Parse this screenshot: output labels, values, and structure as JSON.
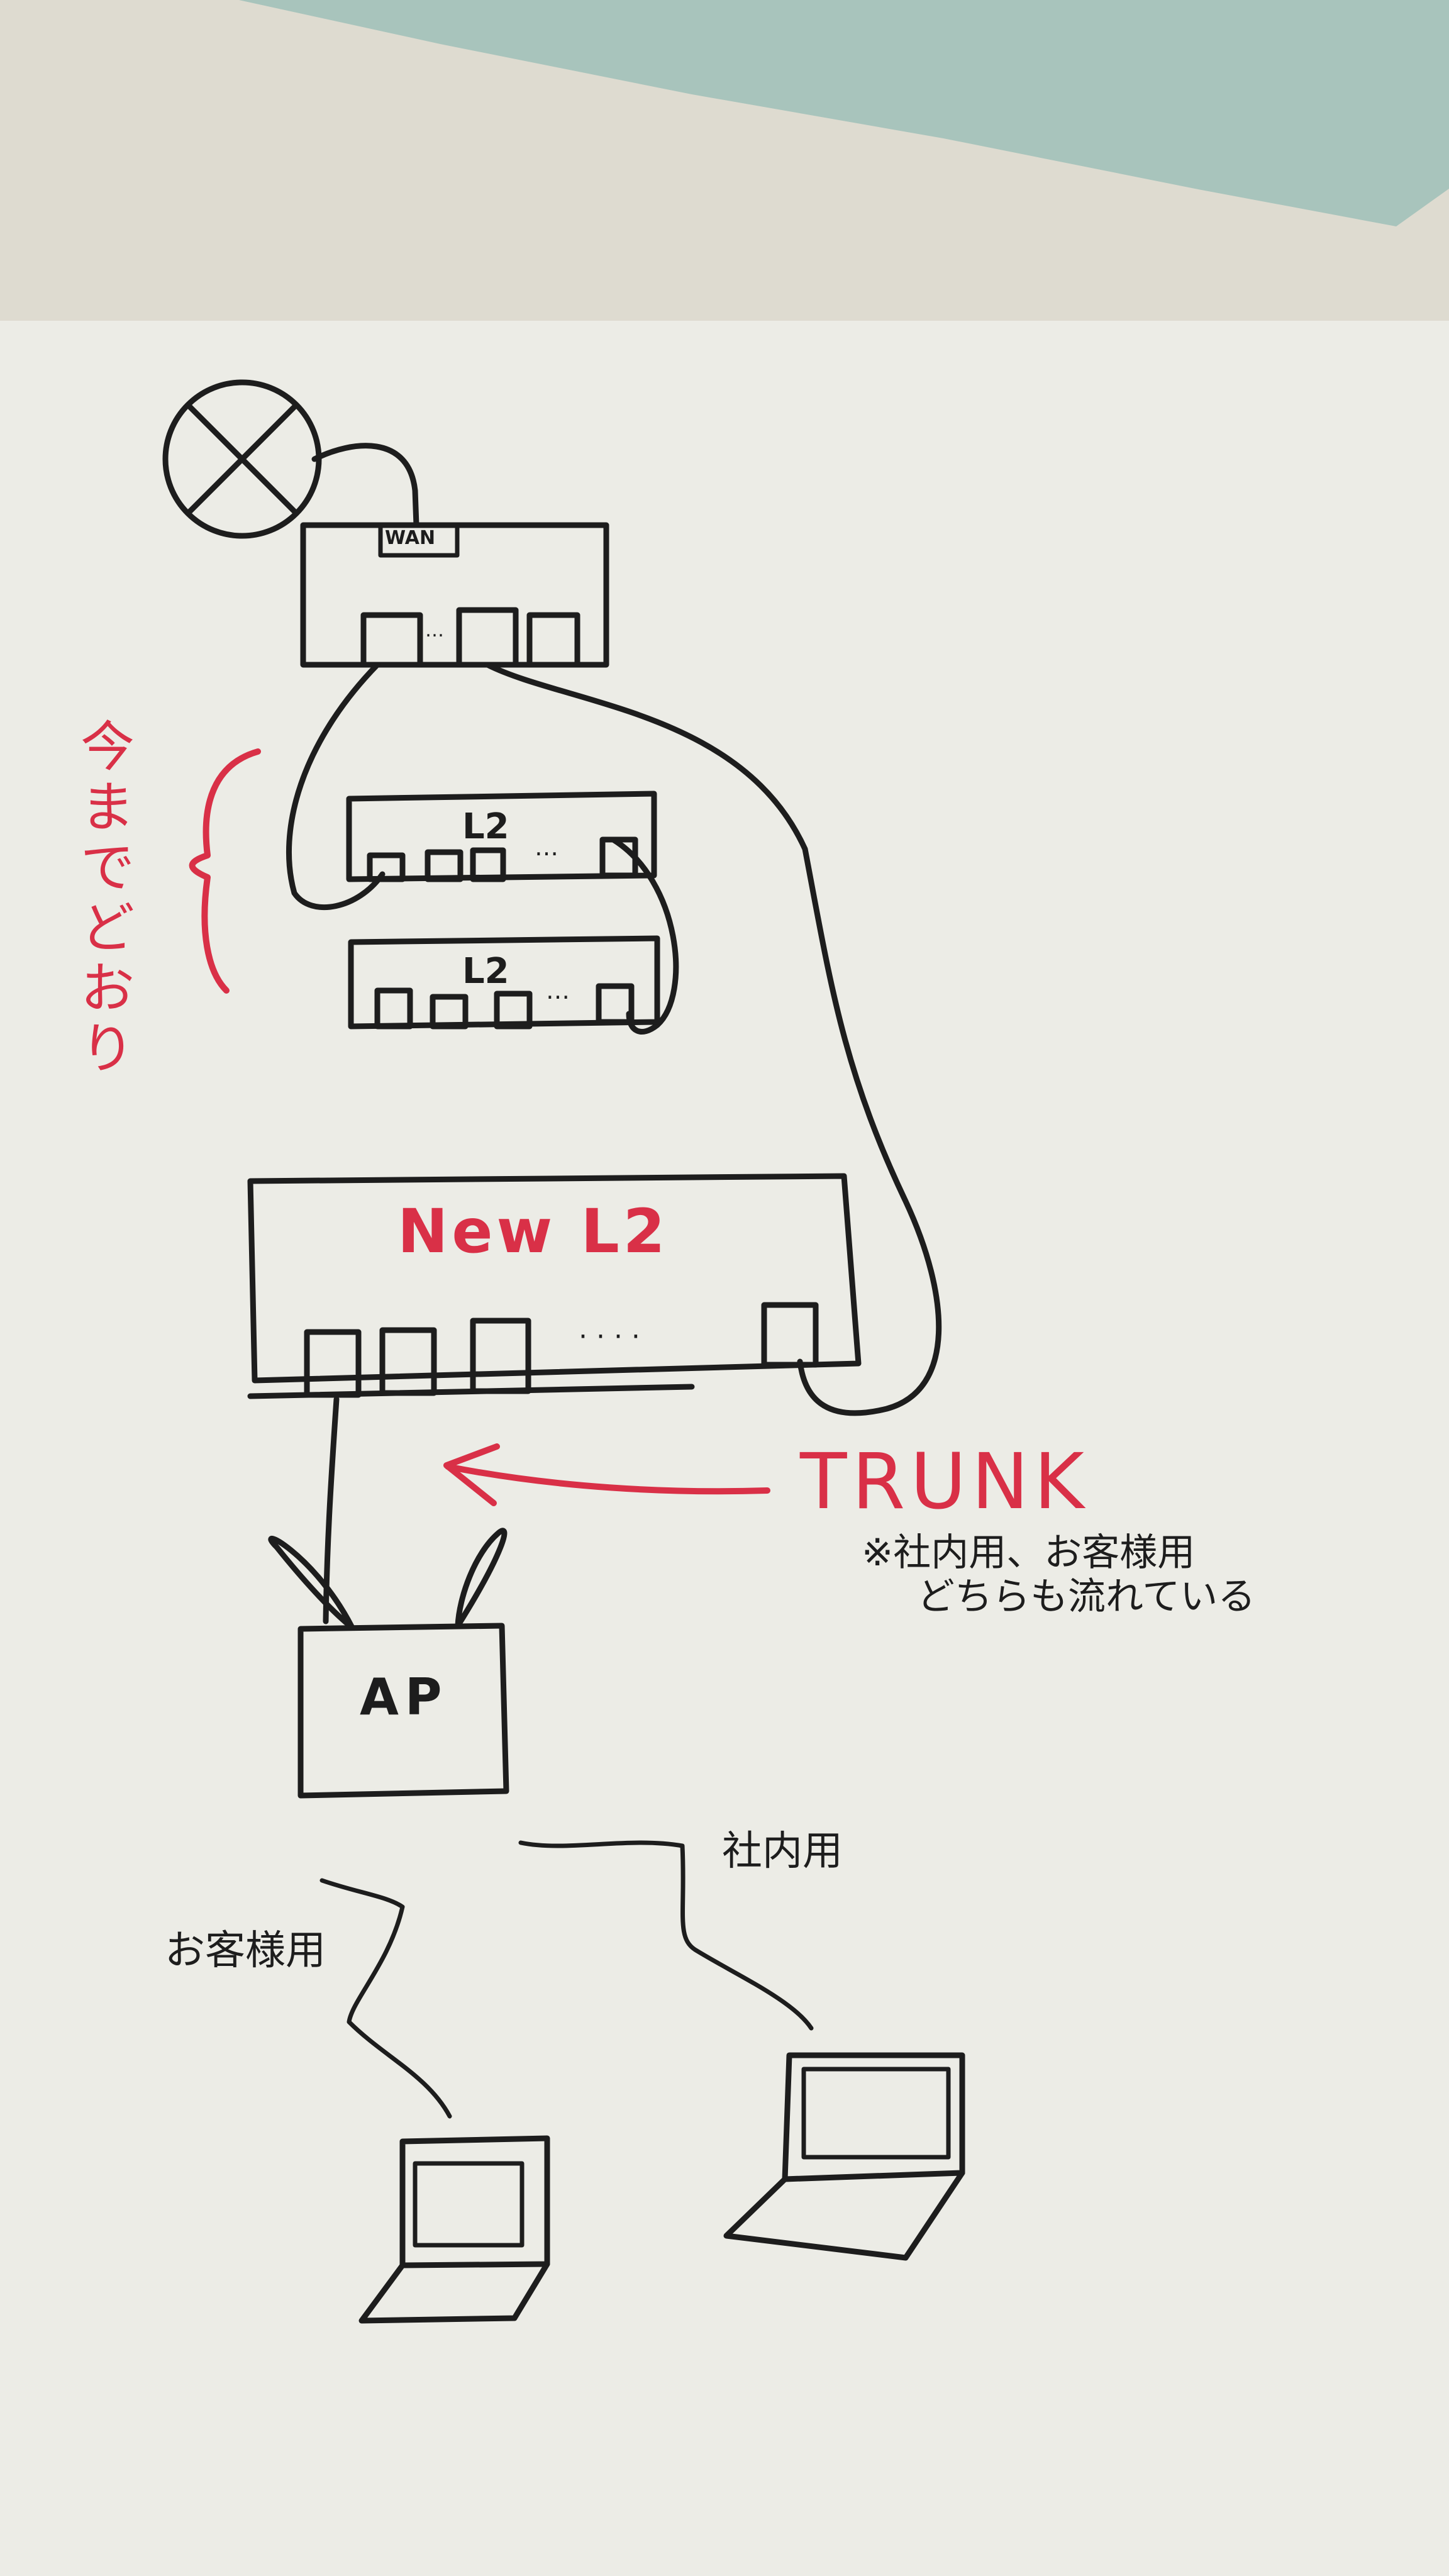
{
  "colors": {
    "paper": "#ecece6",
    "background": "#dedbd0",
    "cloth": "#9fc0b8",
    "ink": "#1d1d1d",
    "accent_red": "#d93047"
  },
  "icons": {
    "internet": "crossed-circle-icon",
    "router": "router-box-icon",
    "switch": "switch-box-icon",
    "access_point": "antenna-box-icon",
    "laptop": "laptop-icon"
  },
  "diagram": {
    "router": {
      "port_label": "WAN",
      "ellipsis": "…"
    },
    "bracket_note": "今までどおり",
    "l2_switches": [
      {
        "label": "L2",
        "ellipsis": "…"
      },
      {
        "label": "L2",
        "ellipsis": "…"
      }
    ],
    "new_switch": {
      "label": "New L2",
      "ellipsis": "· · · ·"
    },
    "trunk": {
      "label": "TRUNK",
      "note_line1": "※社内用、お客様用",
      "note_line2": "どちらも流れている"
    },
    "access_point": {
      "label": "AP"
    },
    "wireless": {
      "internal": "社内用",
      "guest": "お客様用"
    }
  }
}
